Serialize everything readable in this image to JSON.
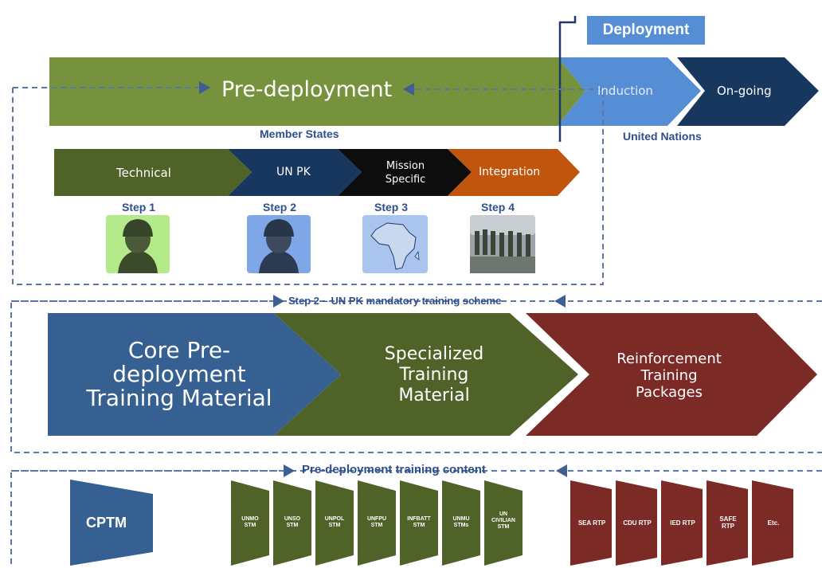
{
  "top": {
    "deployment_label": "Deployment",
    "pre_deployment": "Pre-deployment",
    "induction": "Induction",
    "ongoing": "On-going",
    "member_states": "Member States",
    "united_nations": "United Nations"
  },
  "steps": [
    {
      "label": "Technical",
      "step": "Step 1",
      "icon": "soldier-icon-green"
    },
    {
      "label": "UN PK",
      "step": "Step 2",
      "icon": "soldier-icon-blue"
    },
    {
      "label": "Mission\nSpecific",
      "step": "Step 3",
      "icon": "africa-map-icon"
    },
    {
      "label": "Integration",
      "step": "Step 4",
      "icon": "troops-photo"
    }
  ],
  "scheme": {
    "heading": "Step 2 – UN PK mandatory training scheme",
    "core": "Core Pre-\ndeployment\nTraining Material",
    "specialized": "Specialized\nTraining\nMaterial",
    "reinforcement": "Reinforcement\nTraining\nPackages"
  },
  "content": {
    "heading": "Pre-deployment training content",
    "cptm": "CPTM",
    "stms": [
      "UNMO\nSTM",
      "UNSO\nSTM",
      "UNPOL\nSTM",
      "UNFPU\nSTM",
      "INFBATT\nSTM",
      "UNMU\nSTMs",
      "UN\nCIVILIAN\nSTM"
    ],
    "rtps": [
      "SEA RTP",
      "CDU RTP",
      "IED RTP",
      "SAFE\nRTP",
      "Etc."
    ]
  },
  "colors": {
    "green": "#76923c",
    "dark_green": "#4f6228",
    "navy": "#17375e",
    "light_blue": "#558ed5",
    "dark_blue": "#1f3864",
    "maroon": "#7b2a26",
    "orange": "#c0560d",
    "core_blue": "#376092",
    "dashed": "#4a6a9c"
  }
}
